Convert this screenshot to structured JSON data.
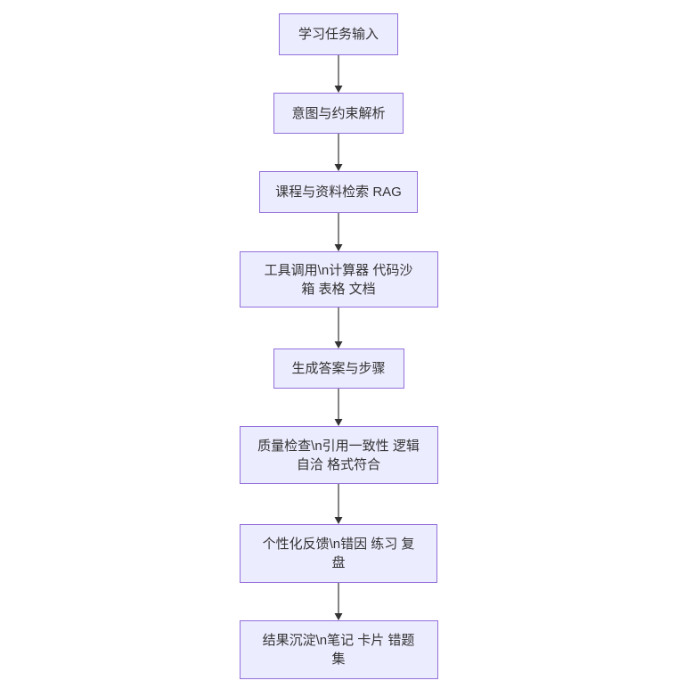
{
  "diagram": {
    "type": "flowchart",
    "direction": "top-down",
    "colors": {
      "node_fill": "#ECECFF",
      "node_border": "#9370DB",
      "arrow": "#333333",
      "text": "#333333",
      "background": "#ffffff"
    },
    "nodes": [
      {
        "label": "学习任务输入",
        "lines": [
          "学习任务输入"
        ]
      },
      {
        "label": "意图与约束解析",
        "lines": [
          "意图与约束解析"
        ]
      },
      {
        "label": "课程与资料检索 RAG",
        "lines": [
          "课程与资料检索 RAG"
        ]
      },
      {
        "label": "工具调用\\n计算器 代码沙箱 表格 文档",
        "lines": [
          "工具调用\\n计算器 代码沙",
          "箱 表格 文档"
        ]
      },
      {
        "label": "生成答案与步骤",
        "lines": [
          "生成答案与步骤"
        ]
      },
      {
        "label": "质量检查\\n引用一致性 逻辑自洽 格式符合",
        "lines": [
          "质量检查\\n引用一致性 逻辑",
          "自洽 格式符合"
        ]
      },
      {
        "label": "个性化反馈\\n错因 练习 复盘",
        "lines": [
          "个性化反馈\\n错因 练习 复",
          "盘"
        ]
      },
      {
        "label": "结果沉淀\\n笔记 卡片 错题集",
        "lines": [
          "结果沉淀\\n笔记 卡片 错题",
          "集"
        ]
      }
    ],
    "edges": [
      {
        "from": 0,
        "to": 1
      },
      {
        "from": 1,
        "to": 2
      },
      {
        "from": 2,
        "to": 3
      },
      {
        "from": 3,
        "to": 4
      },
      {
        "from": 4,
        "to": 5
      },
      {
        "from": 5,
        "to": 6
      },
      {
        "from": 6,
        "to": 7
      }
    ]
  }
}
